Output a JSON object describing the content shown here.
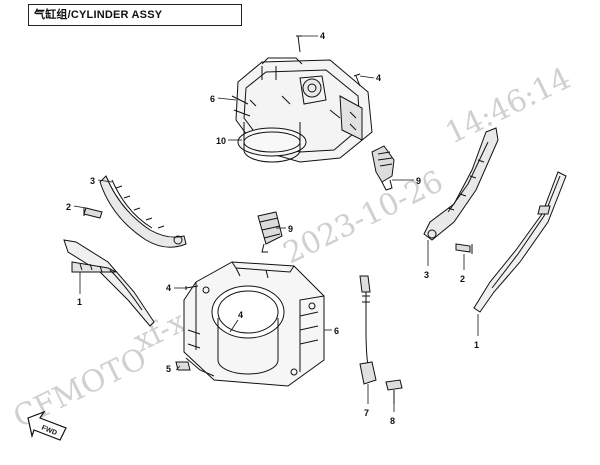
{
  "title": "气缸组/CYLINDER ASSY",
  "watermarks": {
    "time": "14:46:14",
    "date": "2023-10-26",
    "user": "xf-xzt",
    "brand": "CFMOTO"
  },
  "callouts": {
    "c1": "4",
    "c2": "4",
    "c3": "6",
    "c4": "10",
    "c5": "9",
    "c6": "3",
    "c7": "2",
    "c8": "1",
    "c9": "9",
    "c10": "4",
    "c11": "4",
    "c12": "5",
    "c13": "6",
    "c14": "7",
    "c15": "8",
    "c16": "3",
    "c17": "2",
    "c18": "1"
  },
  "fwd_label": "FWD"
}
